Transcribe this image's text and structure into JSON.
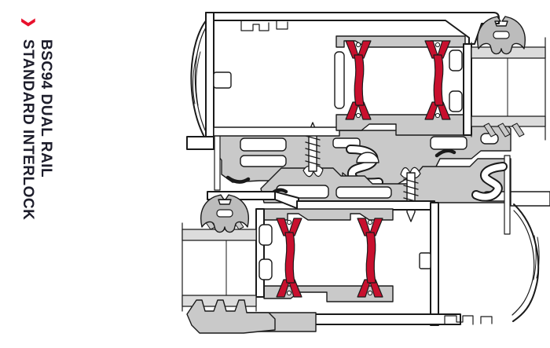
{
  "title": {
    "marker": "❯",
    "line1": "BSC94 DUAL RAIL",
    "line2": "STANDARD INTERLOCK"
  },
  "colors": {
    "background": "#ffffff",
    "title_text": "#1d1d2b",
    "marker_red": "#e8112d",
    "accent_red": "#c8102e",
    "ink": "#1a1a1a",
    "aluminum": "#c9c9c9",
    "seal_gray": "#bcbcbc",
    "glass_gray": "#dcdcdc"
  },
  "diagram": {
    "type": "technical-cross-section",
    "components": [
      "top-sash-profile",
      "bottom-sash-profile",
      "interlock-rails",
      "thermal-break-straps",
      "fixing-screws",
      "brush-seals",
      "glass-panels",
      "glazing-bead"
    ]
  }
}
